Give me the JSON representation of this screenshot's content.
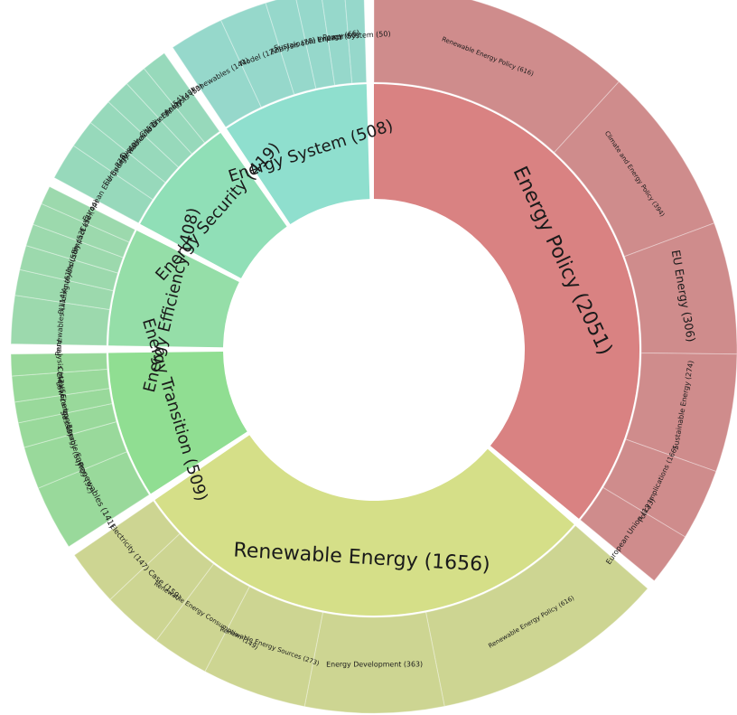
{
  "chart_data": {
    "type": "sunburst",
    "title": "",
    "groups": [
      {
        "name": "Energy Policy",
        "value": 2051,
        "color": "#d98282",
        "outer_color": "#cf8c8c",
        "children": [
          {
            "name": "Renewable Energy Policy",
            "value": 616
          },
          {
            "name": "Climate and Energy Policy",
            "value": 394
          },
          {
            "name": "EU Energy",
            "value": 306
          },
          {
            "name": "Sustainable Energy",
            "value": 274
          },
          {
            "name": "Policy Implications",
            "value": 166
          },
          {
            "name": "European Union",
            "value": 123
          }
        ]
      },
      {
        "name": "Renewable Energy",
        "value": 1656,
        "color": "#d5df88",
        "outer_color": "#cdd592",
        "children": [
          {
            "name": "Renewable Energy Policy",
            "value": 616
          },
          {
            "name": "Energy Development",
            "value": 363
          },
          {
            "name": "Renewable Energy Sources",
            "value": 273
          },
          {
            "name": "Renewable Energy Consumption",
            "value": 149
          },
          {
            "name": "Case",
            "value": 159
          },
          {
            "name": "Electricity",
            "value": 147
          }
        ]
      },
      {
        "name": "Energy Transition",
        "value": 509,
        "color": "#90de92",
        "outer_color": "#99d99b",
        "children": [
          {
            "name": "Renewables",
            "value": 141
          },
          {
            "name": "Sustainable Energy",
            "value": 92
          },
          {
            "name": "Low-carbon Energy",
            "value": 54
          },
          {
            "name": "Clean Energy",
            "value": 45
          },
          {
            "name": "Case",
            "value": 56
          },
          {
            "name": "Analysis",
            "value": 47
          }
        ]
      },
      {
        "name": "Energy Efficiency",
        "value": 408,
        "color": "#95dea8",
        "outer_color": "#9cd9ad",
        "children": [
          {
            "name": "Renewables",
            "value": 114
          },
          {
            "name": "Building",
            "value": 61
          },
          {
            "name": "Analysis",
            "value": 58
          },
          {
            "name": "Industry",
            "value": 52
          },
          {
            "name": "Impact",
            "value": 52
          },
          {
            "name": "Case",
            "value": 44
          }
        ]
      },
      {
        "name": "Energy Security",
        "value": 419,
        "color": "#90dfb7",
        "outer_color": "#97d9bb",
        "children": [
          {
            "name": "European Energy",
            "value": 78
          },
          {
            "name": "EU Energy",
            "value": 60
          },
          {
            "name": "Renewables",
            "value": 57
          },
          {
            "name": "Sustainable Energy",
            "value": 54
          },
          {
            "name": "China's Energy",
            "value": 48
          },
          {
            "name": "Analysis",
            "value": 53
          }
        ]
      },
      {
        "name": "Energy System",
        "value": 508,
        "color": "#8fdfce",
        "outer_color": "#96d8cb",
        "children": [
          {
            "name": "Renewables",
            "value": 141
          },
          {
            "name": "Model",
            "value": 122
          },
          {
            "name": "Analysis",
            "value": 78
          },
          {
            "name": "Sustainable Energy",
            "value": 66
          },
          {
            "name": "Impact",
            "value": 60
          },
          {
            "name": "Power System",
            "value": 50
          }
        ]
      }
    ]
  }
}
